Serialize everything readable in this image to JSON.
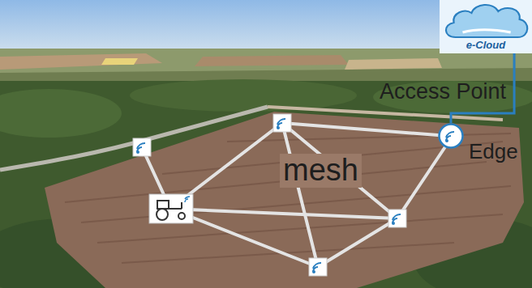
{
  "diagram": {
    "nodes": [
      {
        "text": [
          "e-Cloud"
        ]
      },
      {
        "text": [
          "Access Point",
          "Edge"
        ]
      }
    ],
    "edges": [
      {
        "from": 1,
        "to": 0,
        "arrow": "none"
      }
    ],
    "labels": [
      "mesh"
    ]
  }
}
